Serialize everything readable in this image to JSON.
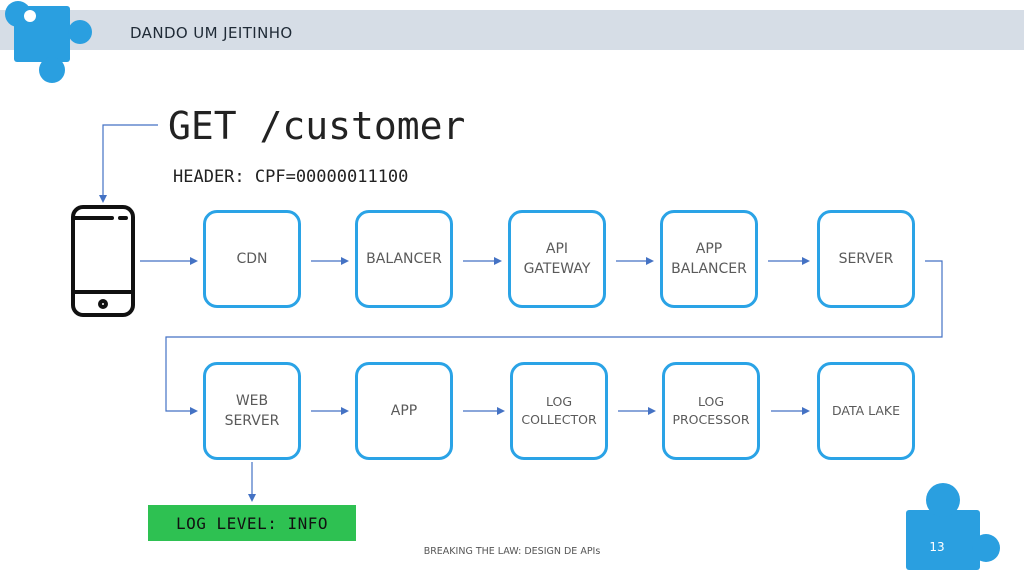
{
  "header": {
    "title": "DANDO UM JEITINHO"
  },
  "request": {
    "method_path": "GET /customer",
    "header_line": "HEADER: CPF=00000011100"
  },
  "icons": {
    "top_left": "puzzle-piece-icon",
    "bottom_right": "puzzle-piece-icon",
    "client": "smartphone-icon",
    "puzzle_color": "#2a9fe0"
  },
  "flow": {
    "row1": [
      {
        "label": "CDN"
      },
      {
        "label": "BALANCER"
      },
      {
        "label": "API\nGATEWAY"
      },
      {
        "label": "APP\nBALANCER"
      },
      {
        "label": "SERVER"
      }
    ],
    "row2": [
      {
        "label": "WEB\nSERVER"
      },
      {
        "label": "APP"
      },
      {
        "label": "LOG\nCOLLECTOR"
      },
      {
        "label": "LOG\nPROCESSOR"
      },
      {
        "label": "DATA LAKE"
      }
    ],
    "node_border_color": "#2aa3e6",
    "arrow_color": "#4472c4"
  },
  "log_level": {
    "label": "LOG LEVEL: INFO",
    "color": "#2ec152"
  },
  "footer": {
    "text": "BREAKING THE LAW: DESIGN DE APIs",
    "page_number": "13"
  }
}
